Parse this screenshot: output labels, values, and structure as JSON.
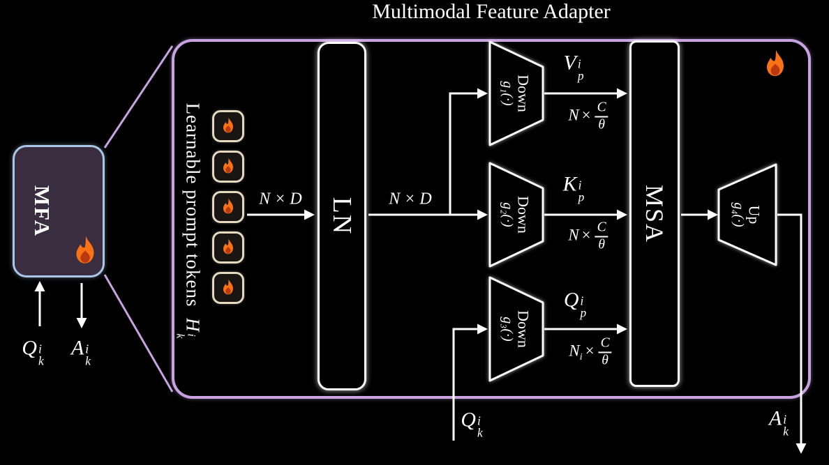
{
  "title": "Multimodal Feature Adapter",
  "colors": {
    "background": "#000000",
    "accent_purple": "#c9a2e2",
    "accent_blue": "#a9c6e8",
    "mfa_fill": "#3a2d3f",
    "token_border": "#e6d9c0",
    "flame_orange": "#f97316",
    "flame_core": "#b93a10",
    "line_white": "#ffffff"
  },
  "mfa": {
    "label": "MFA",
    "input_math": {
      "base": "Q",
      "sup": "i",
      "sub": "k"
    },
    "output_math": {
      "base": "A",
      "sup": "i",
      "sub": "k"
    }
  },
  "adapter": {
    "prompt_caption": "Learnable prompt tokens",
    "prompt_math": {
      "base": "H",
      "sup": "i",
      "sub": "k"
    },
    "token_count": 5,
    "dim_in": "N × D",
    "dim_mid": "N × D",
    "ln_label": "LN",
    "msa_label": "MSA",
    "branches": [
      {
        "name": "Down",
        "fn": "g₁(·)",
        "out": {
          "base": "V",
          "sup": "i",
          "sub": "p"
        },
        "dim": {
          "base": "N",
          "sub": "",
          "times": "×",
          "num": "C",
          "den": "θ"
        }
      },
      {
        "name": "Down",
        "fn": "g₂(·)",
        "out": {
          "base": "K",
          "sup": "i",
          "sub": "p"
        },
        "dim": {
          "base": "N",
          "sub": "",
          "times": "×",
          "num": "C",
          "den": "θ"
        }
      },
      {
        "name": "Down",
        "fn": "g₃(·)",
        "out": {
          "base": "Q",
          "sup": "i",
          "sub": "p"
        },
        "dim": {
          "base": "N",
          "sub": "i",
          "times": "×",
          "num": "C",
          "den": "θ"
        }
      }
    ],
    "up_block": {
      "name": "Up",
      "fn": "g₄(·)"
    },
    "bottom_input_math": {
      "base": "Q",
      "sup": "i",
      "sub": "k"
    },
    "bottom_output_math": {
      "base": "A",
      "sup": "i",
      "sub": "k"
    }
  }
}
